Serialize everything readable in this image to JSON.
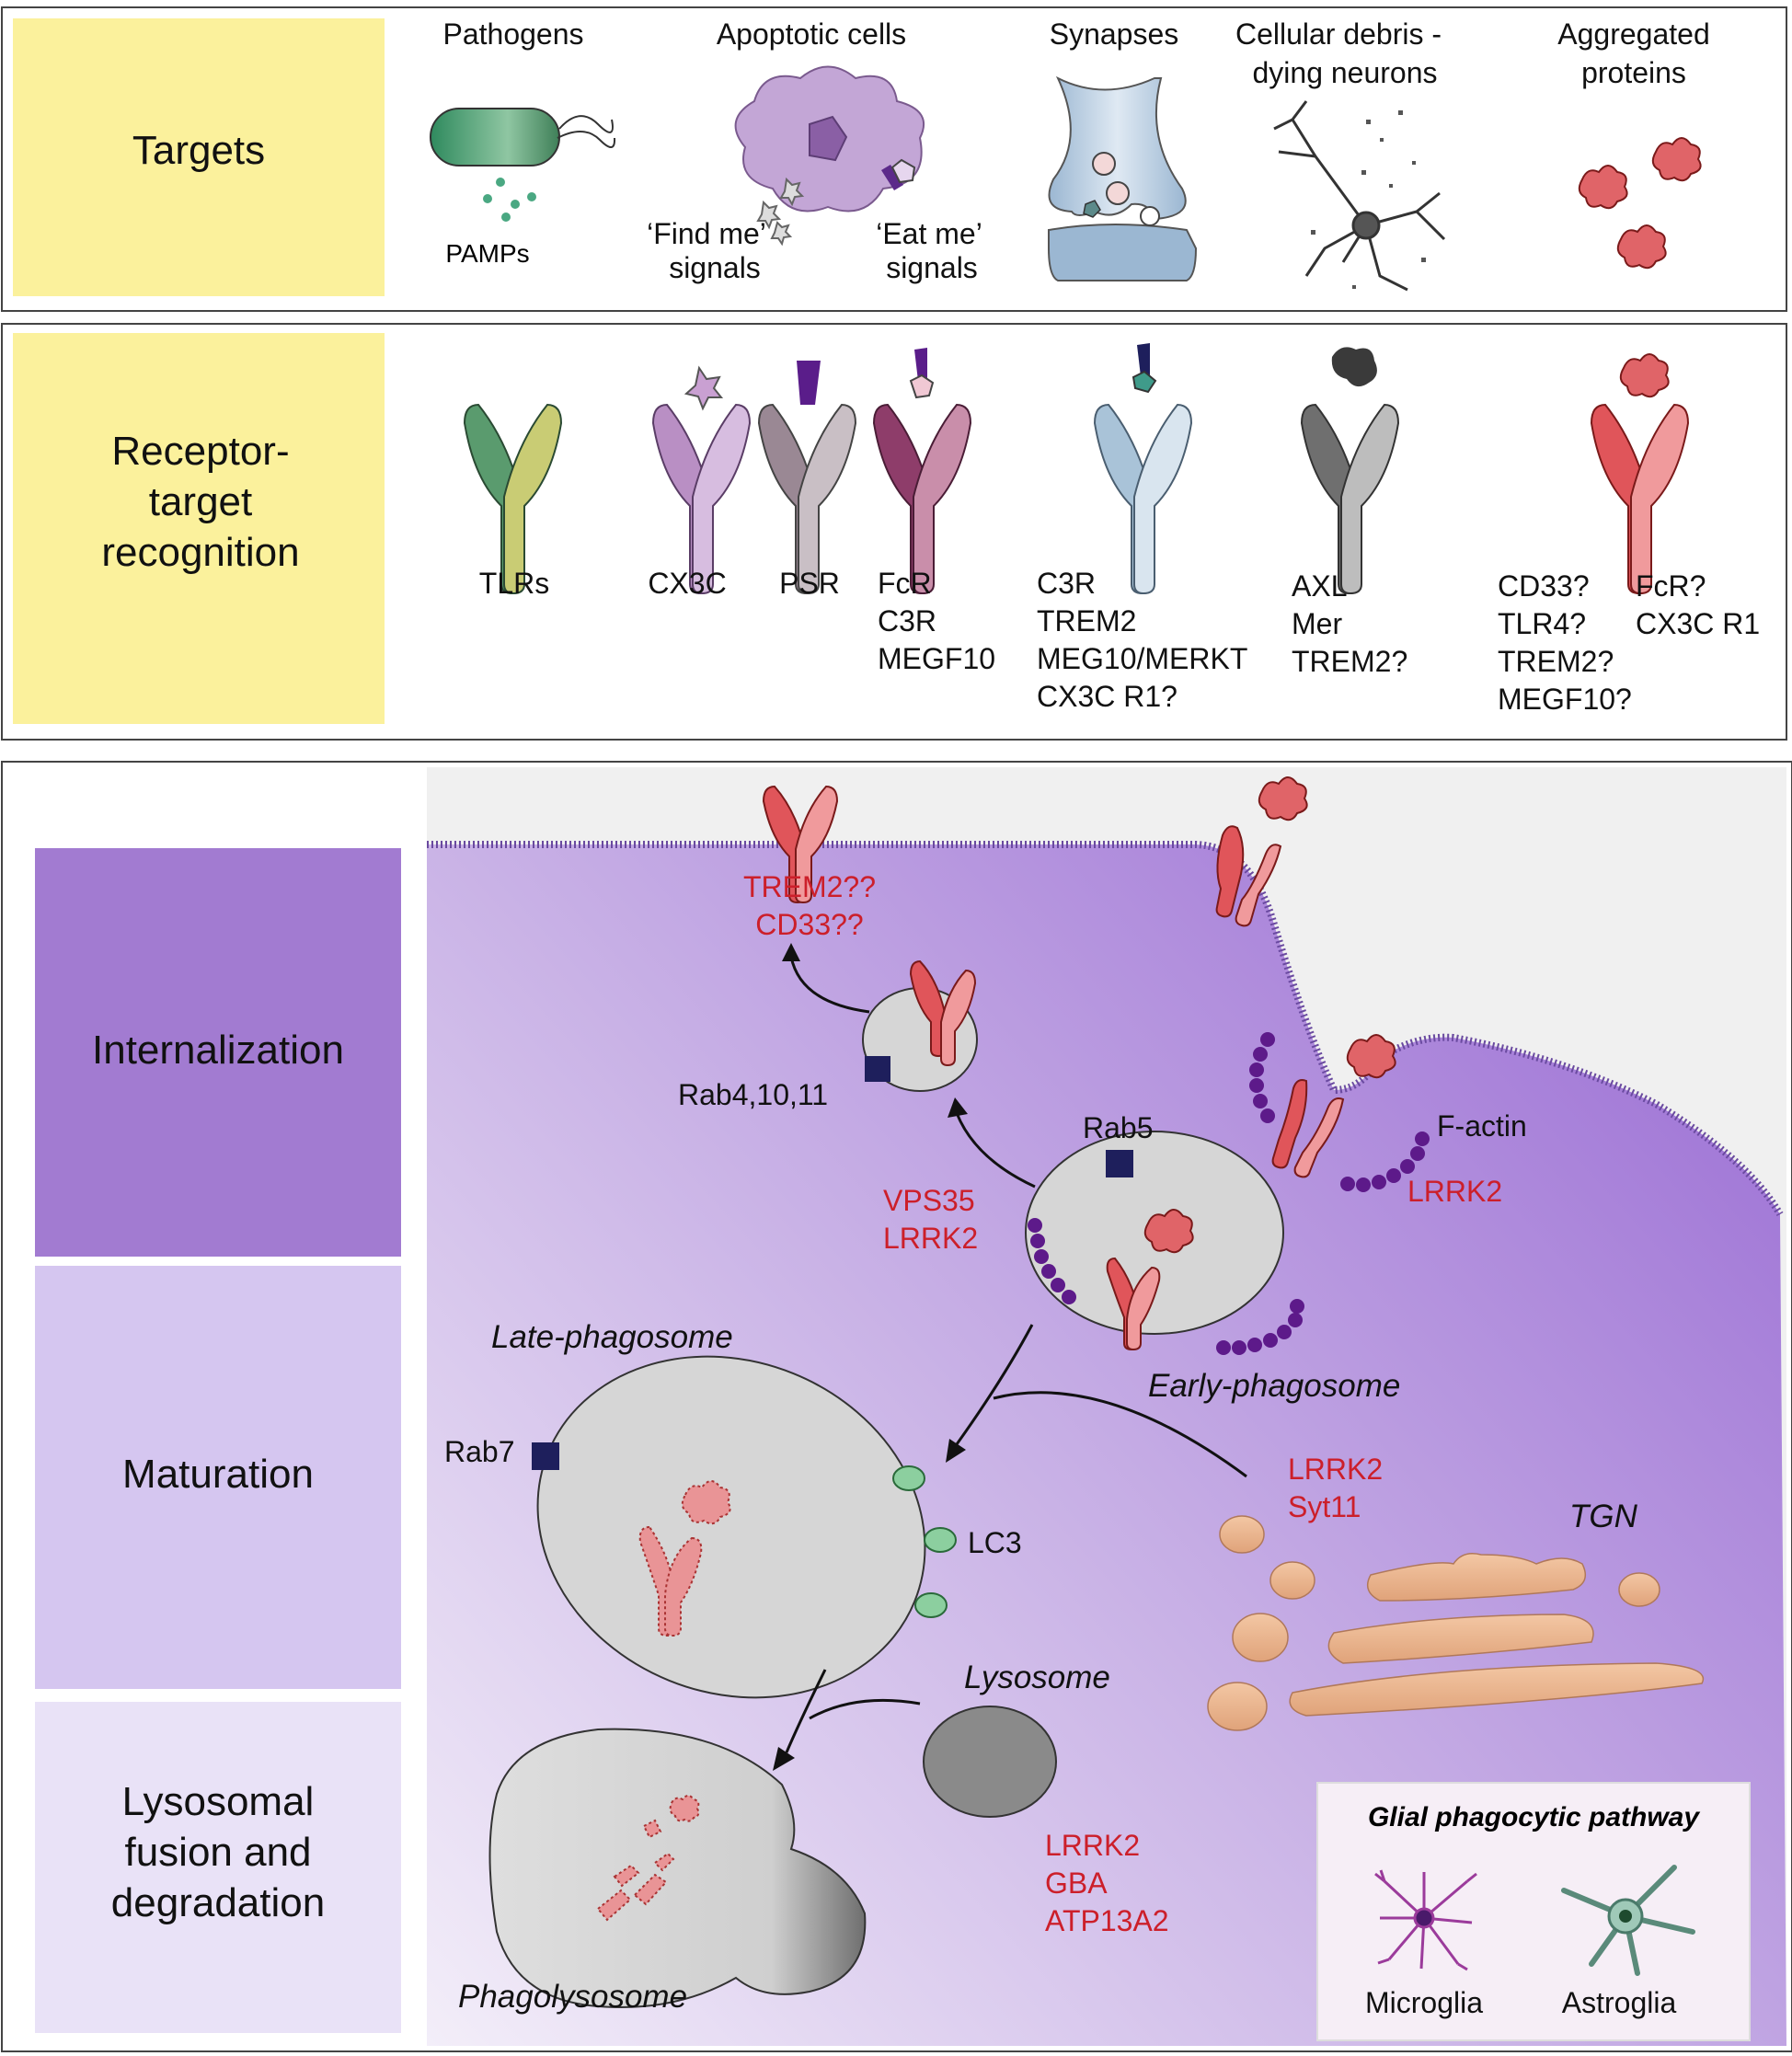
{
  "panels": {
    "targets": {
      "label": "Targets",
      "items": [
        {
          "title": "Pathogens",
          "sub": "PAMPs"
        },
        {
          "title": "Apoptotic cells",
          "find_me_1": "‘Find me’",
          "find_me_2": "signals",
          "eat_me_1": "‘Eat me’",
          "eat_me_2": "signals"
        },
        {
          "title": "Synapses"
        },
        {
          "title_1": "Cellular debris -",
          "title_2": "dying neurons"
        },
        {
          "title_1": "Aggregated",
          "title_2": "proteins"
        }
      ]
    },
    "recognition": {
      "label_1": "Receptor-",
      "label_2": "target",
      "label_3": "recognition",
      "receptors": {
        "tlrs": "TLRs",
        "cx3c": "CX3C",
        "psr": "PSR",
        "fcr_group": [
          "FcR",
          "C3R",
          "MEGF10"
        ],
        "c3r_group": [
          "C3R",
          "TREM2",
          "MEG10/MERKT",
          "CX3C R1?"
        ],
        "axl_group": [
          "AXL",
          "Mer",
          "TREM2?"
        ],
        "protein_group_left": [
          "CD33?",
          "TLR4?",
          "TREM2?",
          "MEGF10?"
        ],
        "protein_group_right": [
          "FcR?",
          "CX3C R1"
        ]
      }
    },
    "pathway": {
      "stages": {
        "internalization": "Internalization",
        "maturation": "Maturation",
        "degradation_1": "Lysosomal",
        "degradation_2": "fusion and",
        "degradation_3": "degradation"
      },
      "labels": {
        "trem2": "TREM2??",
        "cd33": "CD33??",
        "rab4": "Rab4,10,11",
        "rab5": "Rab5",
        "vps35": "VPS35",
        "lrrk2_a": "LRRK2",
        "f_actin": "F-actin",
        "lrrk2_b": "LRRK2",
        "late_phagosome": "Late-phagosome",
        "early_phagosome": "Early-phagosome",
        "rab7": "Rab7",
        "lrrk2_c": "LRRK2",
        "syt11": "Syt11",
        "tgn": "TGN",
        "lc3": "LC3",
        "lysosome": "Lysosome",
        "lrrk2_d": "LRRK2",
        "gba": "GBA",
        "atp13a2": "ATP13A2",
        "phagolysosome": "Phagolysosome"
      },
      "legend": {
        "title": "Glial phagocytic pathway",
        "microglia": "Microglia",
        "astroglia": "Astroglia"
      }
    }
  },
  "colors": {
    "label_box": "#fbf19c",
    "cell": "#a982d8",
    "receptor_red": "#e0555a",
    "lrrk2_text": "#cc1f2a",
    "rab_square": "#1e1f5c"
  }
}
